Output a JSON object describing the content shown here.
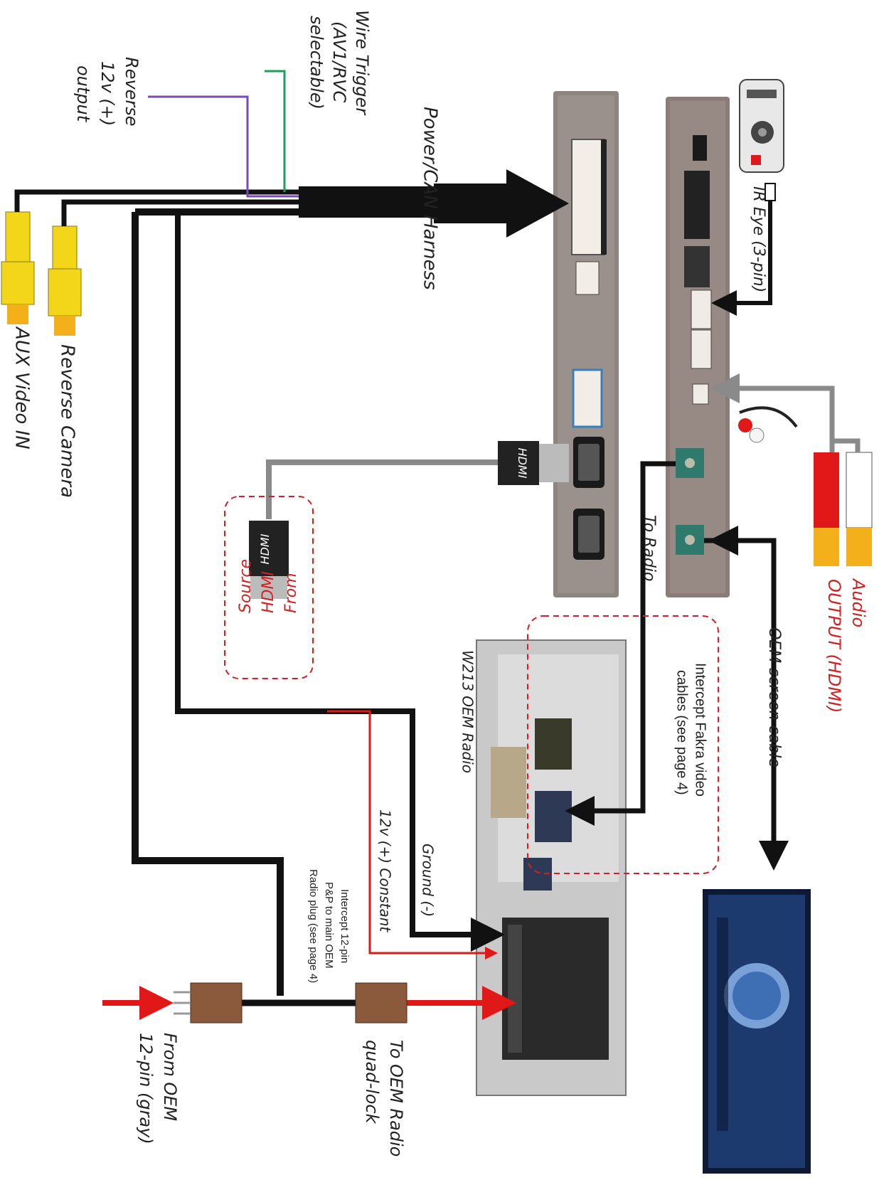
{
  "labels": {
    "wire_trigger": [
      "Wire Trigger",
      "(AV1/RVC",
      "selectable)"
    ],
    "reverse_output": [
      "Reverse",
      "12v (+)",
      "output"
    ],
    "power_can": "Power/CAN Harness",
    "aux_video": "AUX Video IN",
    "reverse_camera": "Reverse Camera",
    "ir_eye": "IR Eye (3-pin)",
    "audio_output": [
      "Audio",
      "OUTPUT (HDMI)"
    ],
    "to_radio": "To Radio",
    "oem_screen_cable": "OEM screen cable",
    "intercept_fakra": [
      "Intercept Fakra video",
      "cables (see page 4)"
    ],
    "hdmi_source": [
      "From",
      "HDMI",
      "Source"
    ],
    "w213": "W213 OEM Radio",
    "ground": "Ground (-)",
    "constant_12v": "12v (+) Constant",
    "intercept_12pin": [
      "Intercept 12-pin",
      "P&P to main OEM",
      "Radio plug (see page 4)"
    ],
    "to_oem_quadlock": [
      "To OEM Radio",
      "quad-lock"
    ],
    "from_oem_12pin": [
      "From OEM",
      "12-pin (gray)"
    ],
    "hdmi_tag": "HDMI"
  },
  "colors": {
    "accent_red": "#d42020",
    "wire_black": "#111111",
    "wire_gray": "#8a8a8a",
    "wire_green": "#1aa05a",
    "wire_purple": "#7a4bb0",
    "rca_yellow": "#f3d51a",
    "rca_red": "#e01818",
    "box_gray": "#8f8580"
  }
}
